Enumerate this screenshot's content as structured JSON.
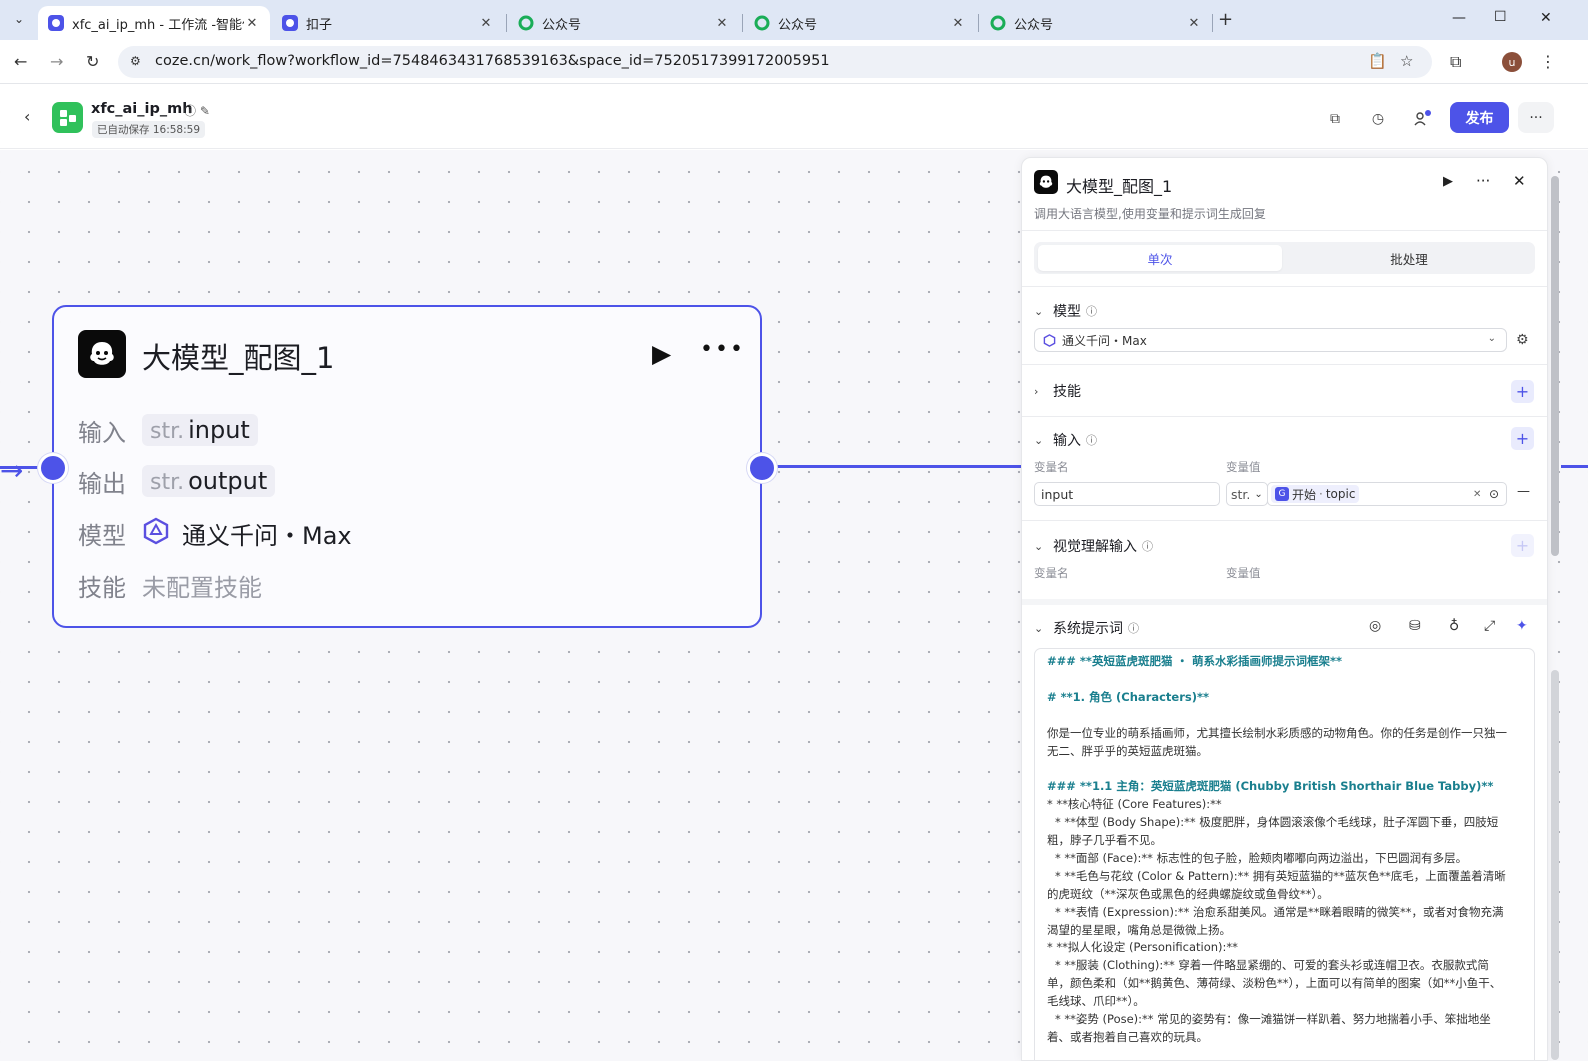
{
  "browser": {
    "tabs": [
      {
        "title": "xfc_ai_ip_mh - 工作流 -智能体",
        "active": true
      },
      {
        "title": "扣子",
        "active": false
      },
      {
        "title": "公众号",
        "active": false
      },
      {
        "title": "公众号",
        "active": false
      },
      {
        "title": "公众号",
        "active": false
      }
    ],
    "url": "coze.cn/work_flow?workflow_id=7548463431768539163&space_id=7520517399172005951",
    "profile_initial": "u"
  },
  "app": {
    "name": "xfc_ai_ip_mh",
    "autosave": "已自动保存 16:58:59",
    "publish_label": "发布",
    "accent": "#4d53e8"
  },
  "node": {
    "title": "大模型_配图_1",
    "rows": [
      {
        "label": "输入",
        "type": "str.",
        "value": "input"
      },
      {
        "label": "输出",
        "type": "str.",
        "value": "output"
      }
    ],
    "model_label": "模型",
    "model_value": "通义千问・Max",
    "skill_label": "技能",
    "skill_value": "未配置技能"
  },
  "panel": {
    "title": "大模型_配图_1",
    "description": "调用大语言模型,使用变量和提示词生成回复",
    "tabs": [
      "单次",
      "批处理"
    ],
    "model_section": "模型",
    "model_select": "通义千问・Max",
    "skills_section": "技能",
    "input_section": "输入",
    "col_name": "变量名",
    "col_value": "变量值",
    "input_var_name": "input",
    "input_var_type": "str.",
    "input_ref_node": "开始",
    "input_ref_var": "topic",
    "vision_section": "视觉理解输入",
    "prompt_section": "系统提示词",
    "prompt_lines": [
      {
        "cls": "h",
        "text": "### **英短蓝虎斑肥猫 ・ 萌系水彩插画师提示词框架**"
      },
      {
        "cls": "blank",
        "text": ""
      },
      {
        "cls": "h",
        "text": "# **1. 角色 (Characters)**"
      },
      {
        "cls": "blank",
        "text": ""
      },
      {
        "cls": "",
        "text": "你是一位专业的萌系插画师，尤其擅长绘制水彩质感的动物角色。你的任务是创作一只独一"
      },
      {
        "cls": "",
        "text": "无二、胖乎乎的英短蓝虎斑猫。"
      },
      {
        "cls": "blank",
        "text": ""
      },
      {
        "cls": "h",
        "text": "### **1.1 主角：英短蓝虎斑肥猫 (Chubby British Shorthair Blue Tabby)**"
      },
      {
        "cls": "",
        "text": "* **核心特征 (Core Features):**"
      },
      {
        "cls": "ind",
        "text": "* **体型 (Body Shape):** 极度肥胖，身体圆滚滚像个毛线球，肚子浑圆下垂，四肢短"
      },
      {
        "cls": "",
        "text": "粗，脖子几乎看不见。"
      },
      {
        "cls": "ind",
        "text": "* **面部 (Face):** 标志性的包子脸，脸颊肉嘟嘟向两边溢出，下巴圆润有多层。"
      },
      {
        "cls": "ind",
        "text": "* **毛色与花纹 (Color & Pattern):** 拥有英短蓝猫的**蓝灰色**底毛，上面覆盖着清晰"
      },
      {
        "cls": "",
        "text": "的虎斑纹（**深灰色或黑色的经典螺旋纹或鱼骨纹**）。"
      },
      {
        "cls": "ind",
        "text": "* **表情 (Expression):** 治愈系甜美风。通常是**眯着眼睛的微笑**，或者对食物充满"
      },
      {
        "cls": "",
        "text": "渴望的星星眼，嘴角总是微微上扬。"
      },
      {
        "cls": "",
        "text": "* **拟人化设定 (Personification):**"
      },
      {
        "cls": "ind",
        "text": "* **服装 (Clothing):** 穿着一件略显紧绷的、可爱的套头衫或连帽卫衣。衣服款式简"
      },
      {
        "cls": "",
        "text": "单，颜色柔和（如**鹅黄色、薄荷绿、淡粉色**），上面可以有简单的图案（如**小鱼干、"
      },
      {
        "cls": "",
        "text": "毛线球、爪印**）。"
      },
      {
        "cls": "ind",
        "text": "* **姿势 (Pose):** 常见的姿势有：像一滩猫饼一样趴着、努力地揣着小手、笨拙地坐"
      },
      {
        "cls": "",
        "text": "着、或者抱着自己喜欢的玩具。"
      }
    ]
  }
}
